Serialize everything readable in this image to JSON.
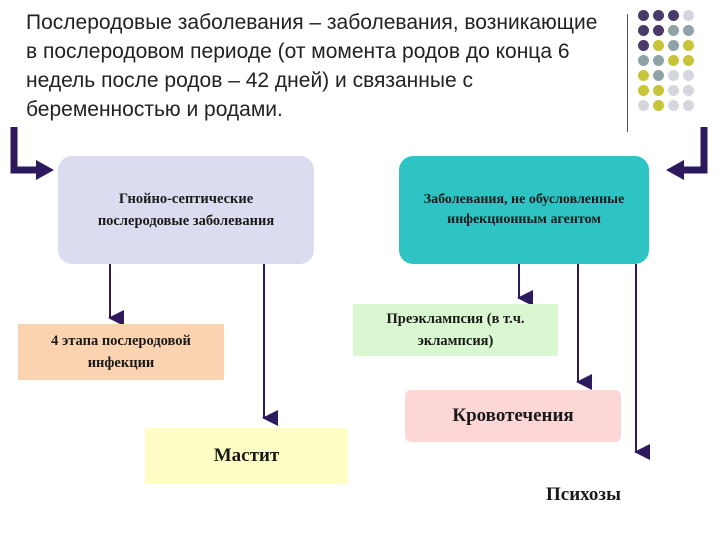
{
  "title": "Послеродовые заболевания – заболевания, возникающие в послеродовом периоде (от момента родов до конца 6 недель после родов – 42 дней) и связанные с беременностью и родами.",
  "nodes": {
    "septic": "Гнойно-септические послеродовые заболевания",
    "non_infectious": "Заболевания, не обусловленные инфекционным агентом",
    "stages": "4 этапа послеродовой инфекции",
    "preeclampsia": "Преэклампсия (в т.ч. эклампсия)",
    "mastitis": "Мастит",
    "bleeding": "Кровотечения",
    "psychoses": "Психозы"
  },
  "colors": {
    "arrow": "#2d1a5e",
    "dot_purple": "#4a3a6a",
    "dot_gray": "#8fa3a6",
    "dot_olive": "#c8c43a",
    "dot_light": "#d6d6de"
  }
}
